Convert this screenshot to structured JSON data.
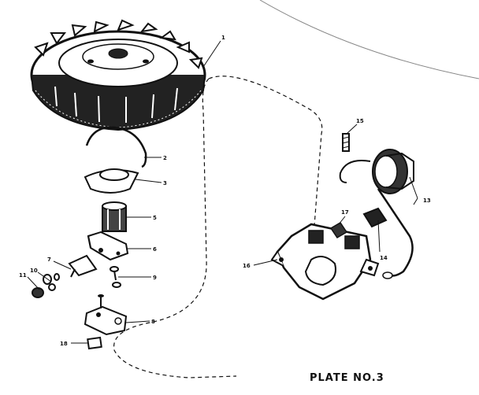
{
  "plate_title": "PLATE NO.3",
  "parts": [
    {
      "id": "1",
      "name": "flywheel"
    },
    {
      "id": "2",
      "name": "spring-clip"
    },
    {
      "id": "3",
      "name": "brake-shoe"
    },
    {
      "id": "5",
      "name": "bushing"
    },
    {
      "id": "6",
      "name": "bracket"
    },
    {
      "id": "7",
      "name": "lever"
    },
    {
      "id": "8",
      "name": "plate"
    },
    {
      "id": "9",
      "name": "screws"
    },
    {
      "id": "10",
      "name": "washer"
    },
    {
      "id": "11",
      "name": "nut"
    },
    {
      "id": "13",
      "name": "coil"
    },
    {
      "id": "14",
      "name": "clip"
    },
    {
      "id": "15",
      "name": "screw"
    },
    {
      "id": "16",
      "name": "stator-base"
    },
    {
      "id": "17",
      "name": "insert"
    },
    {
      "id": "18",
      "name": "key"
    }
  ],
  "colors": {
    "ink": "#111111",
    "paper": "#ffffff"
  }
}
